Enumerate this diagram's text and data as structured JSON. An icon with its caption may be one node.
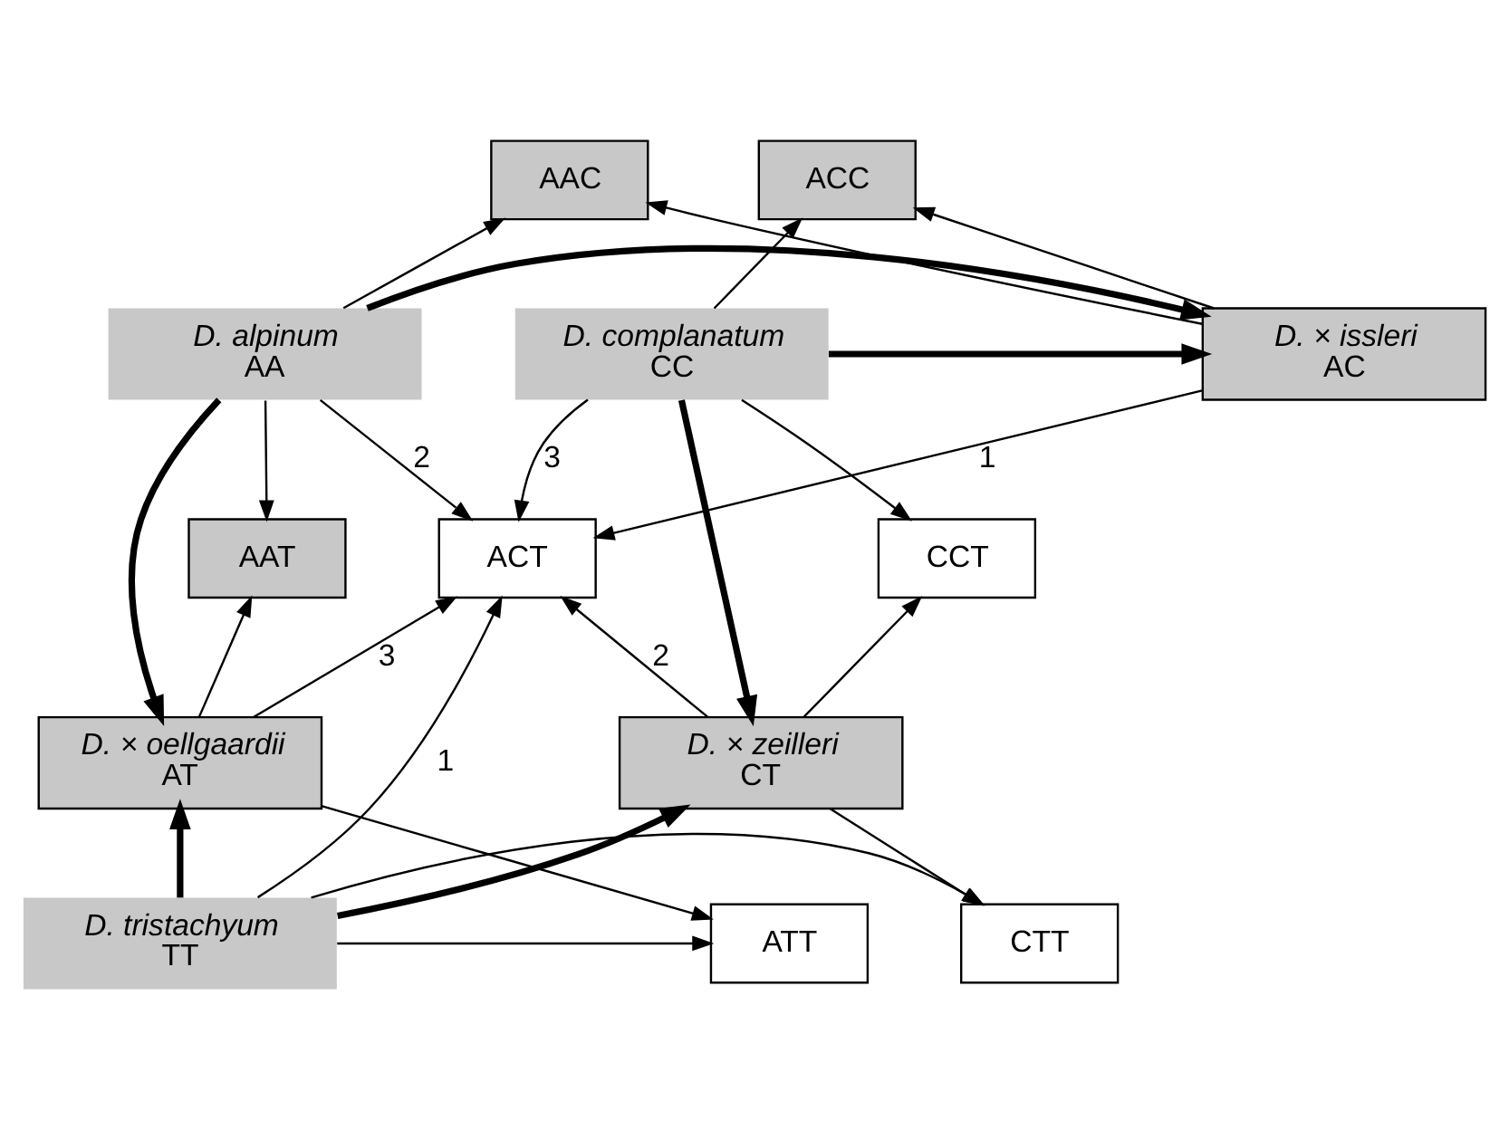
{
  "diagram": {
    "nodes": [
      {
        "text": [
          "AAC"
        ]
      },
      {
        "text": [
          "ACC"
        ]
      },
      {
        "text": [
          "D. alpinum",
          "AA"
        ]
      },
      {
        "text": [
          "D. × issleri",
          "AC"
        ]
      },
      {
        "text": [
          "D. complanatum",
          "CC"
        ]
      },
      {
        "text": [
          "AAT"
        ]
      },
      {
        "text": [
          "ACT"
        ]
      },
      {
        "text": [
          "CCT"
        ]
      },
      {
        "text": [
          "D. × oellgaardii",
          "AT"
        ]
      },
      {
        "text": [
          "D. × zeilleri",
          "CT"
        ]
      },
      {
        "text": [
          "ATT"
        ]
      },
      {
        "text": [
          "D. tristachyum",
          "TT"
        ]
      },
      {
        "text": [
          "CTT"
        ]
      }
    ],
    "edges": [
      {
        "from": 2,
        "to": 0,
        "arrow": "to"
      },
      {
        "from": 3,
        "to": 0,
        "arrow": "to"
      },
      {
        "from": 3,
        "to": 1,
        "arrow": "to"
      },
      {
        "from": 4,
        "to": 1,
        "arrow": "to"
      },
      {
        "from": 2,
        "to": 3,
        "arrow": "to",
        "style": "thick"
      },
      {
        "from": 4,
        "to": 3,
        "arrow": "to",
        "style": "thick"
      },
      {
        "from": 2,
        "to": 5,
        "arrow": "to"
      },
      {
        "from": 2,
        "to": 8,
        "arrow": "to",
        "style": "thick"
      },
      {
        "from": 2,
        "to": 6,
        "arrow": "to",
        "label": "2"
      },
      {
        "from": 3,
        "to": 6,
        "arrow": "to",
        "label": "1"
      },
      {
        "from": 4,
        "to": 6,
        "arrow": "to",
        "label": "3"
      },
      {
        "from": 4,
        "to": 7,
        "arrow": "to"
      },
      {
        "from": 4,
        "to": 9,
        "arrow": "to",
        "style": "thick"
      },
      {
        "from": 8,
        "to": 5,
        "arrow": "to"
      },
      {
        "from": 8,
        "to": 6,
        "arrow": "to",
        "label": "3"
      },
      {
        "from": 9,
        "to": 6,
        "arrow": "to",
        "label": "2"
      },
      {
        "from": 9,
        "to": 7,
        "arrow": "to"
      },
      {
        "from": 8,
        "to": 10,
        "arrow": "to"
      },
      {
        "from": 9,
        "to": 12,
        "arrow": "to"
      },
      {
        "from": 11,
        "to": 10,
        "arrow": "to"
      },
      {
        "from": 11,
        "to": 8,
        "arrow": "to",
        "style": "thick"
      },
      {
        "from": 11,
        "to": 6,
        "arrow": "to",
        "label": "1"
      },
      {
        "from": 11,
        "to": 9,
        "arrow": "to",
        "style": "thick"
      },
      {
        "from": 11,
        "to": 12,
        "arrow": "to"
      }
    ]
  }
}
